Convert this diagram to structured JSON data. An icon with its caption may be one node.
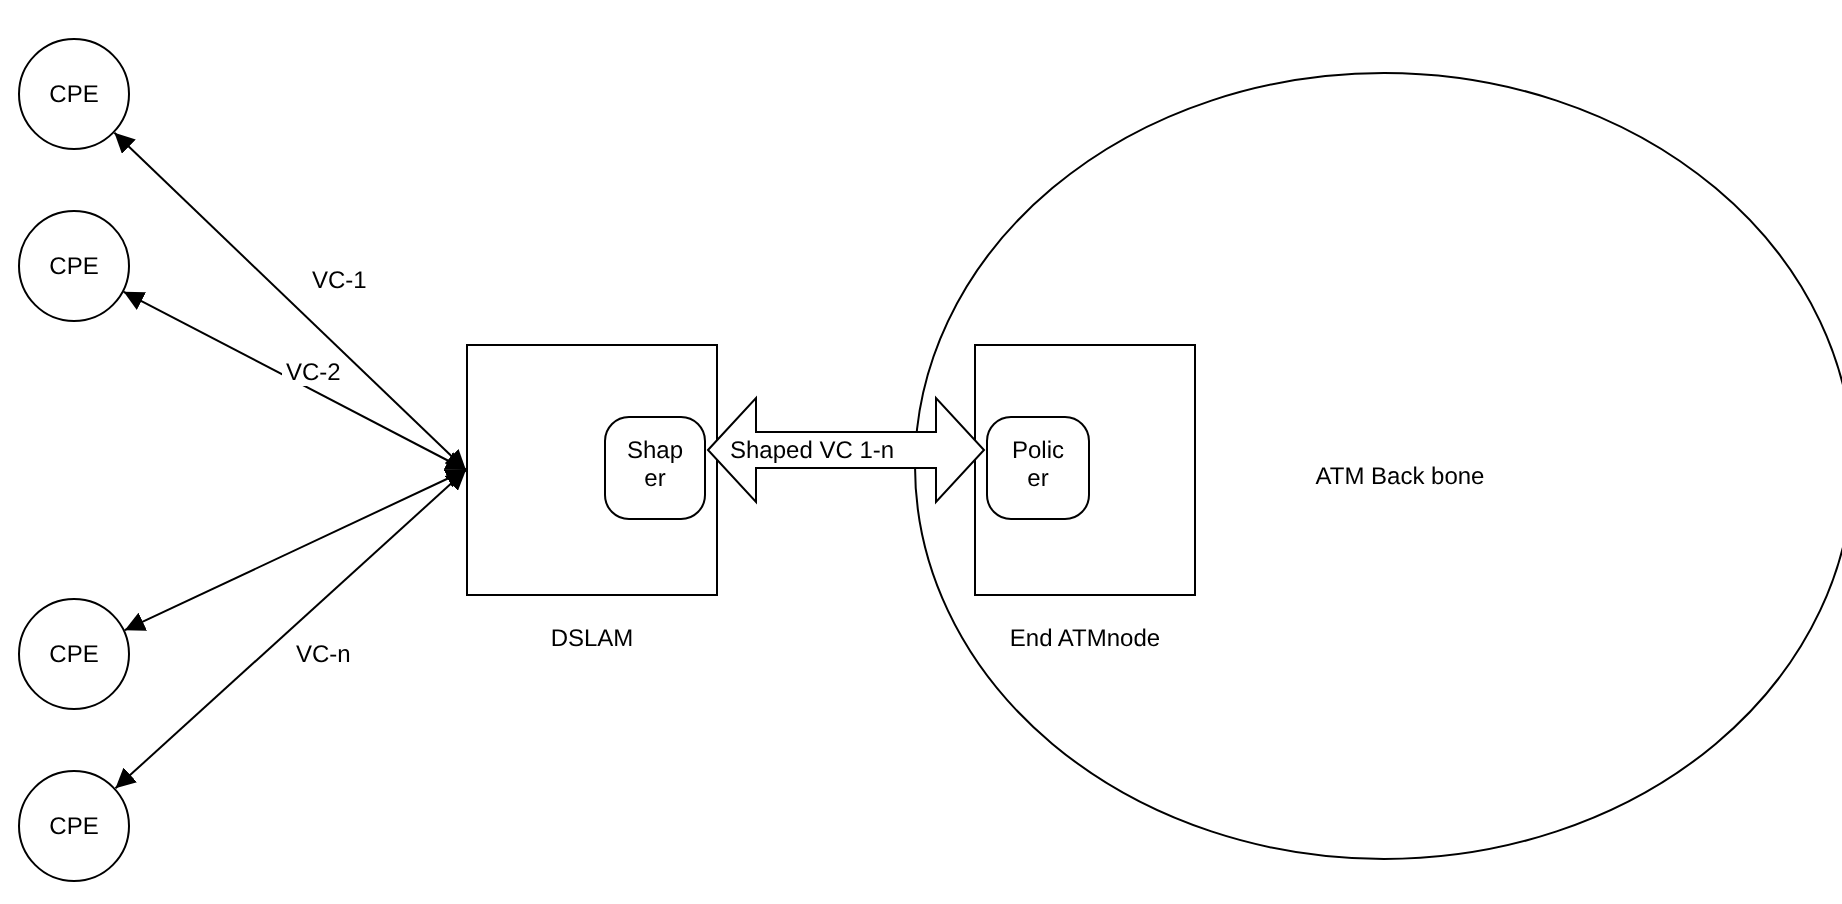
{
  "diagram": {
    "nodes": [
      {
        "text": [
          "CPE"
        ]
      },
      {
        "text": [
          "CPE"
        ]
      },
      {
        "text": [
          "CPE"
        ]
      },
      {
        "text": [
          "CPE"
        ]
      },
      {
        "text": [
          "DSLAM"
        ]
      },
      {
        "text": [
          "Shap er"
        ],
        "in": 4
      },
      {
        "text": [
          "ATM Back bone"
        ]
      },
      {
        "text": [
          "End ATMnode"
        ],
        "in": 6
      },
      {
        "text": [
          "Polic er"
        ],
        "in": 7
      }
    ],
    "edges": [
      {
        "from": 4,
        "to": 0,
        "arrow": "both",
        "label": "VC-1"
      },
      {
        "from": 4,
        "to": 1,
        "arrow": "both",
        "label": "VC-2"
      },
      {
        "from": 4,
        "to": 2,
        "arrow": "both"
      },
      {
        "from": 4,
        "to": 3,
        "arrow": "both",
        "label": "VC-n"
      },
      {
        "from": 5,
        "to": 8,
        "arrow": "both",
        "label": "Shaped VC 1-n",
        "style": "thick"
      }
    ]
  }
}
